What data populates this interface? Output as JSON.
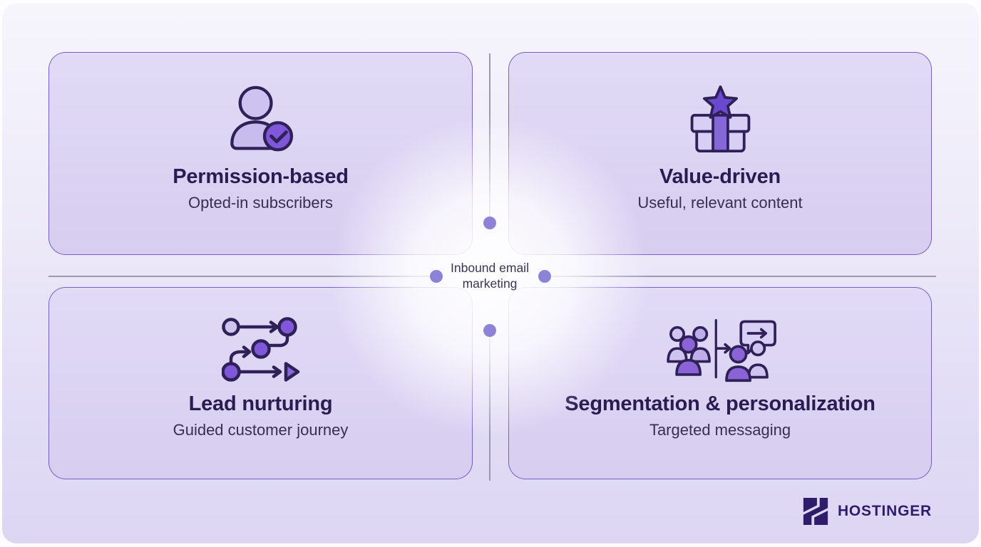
{
  "center": {
    "label": "Inbound email\nmarketing"
  },
  "cards": [
    {
      "title": "Permission-based",
      "subtitle": "Opted-in subscribers",
      "icon": "person-check-icon"
    },
    {
      "title": "Value-driven",
      "subtitle": "Useful, relevant content",
      "icon": "gift-star-icon"
    },
    {
      "title": "Lead nurturing",
      "subtitle": "Guided customer journey",
      "icon": "journey-flow-icon"
    },
    {
      "title": "Segmentation & personalization",
      "subtitle": "Targeted messaging",
      "icon": "people-segments-icon"
    }
  ],
  "brand": {
    "name": "HOSTINGER",
    "icon": "hostinger-h-logo-icon"
  },
  "colors": {
    "background_top": "#f6f5fc",
    "background_bottom": "#dcd6f3",
    "card_fill": "#dbd3f2",
    "card_border": "#6849c0",
    "accent_purple": "#7e58d8",
    "medium_purple": "#8468da",
    "light_icon_fill": "#cec2f0",
    "icon_stroke": "#2f2158",
    "title_text": "#2a1b52",
    "body_text": "#353050",
    "connector_line": "#9d99ad",
    "connector_dot": "#8c83d9",
    "brand_purple": "#2f1c6a"
  }
}
